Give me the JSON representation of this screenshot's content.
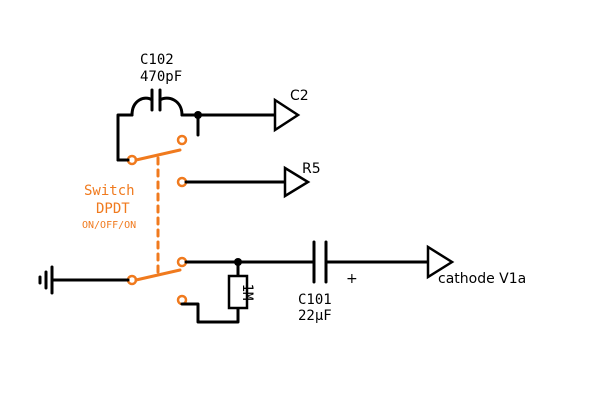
{
  "labels": {
    "c102_ref": "C102",
    "c102_val": "470pF",
    "c2": "C2",
    "r5": "R5",
    "switch_title": "Switch",
    "switch_type": "DPDT",
    "switch_mode": "ON/OFF/ON",
    "resistor": "1M",
    "plus": "+",
    "c101_ref": "C101",
    "c101_val": "22µF",
    "cathode": "cathode V1a"
  },
  "colors": {
    "wire": "#000000",
    "switch": "#f07a1e"
  }
}
